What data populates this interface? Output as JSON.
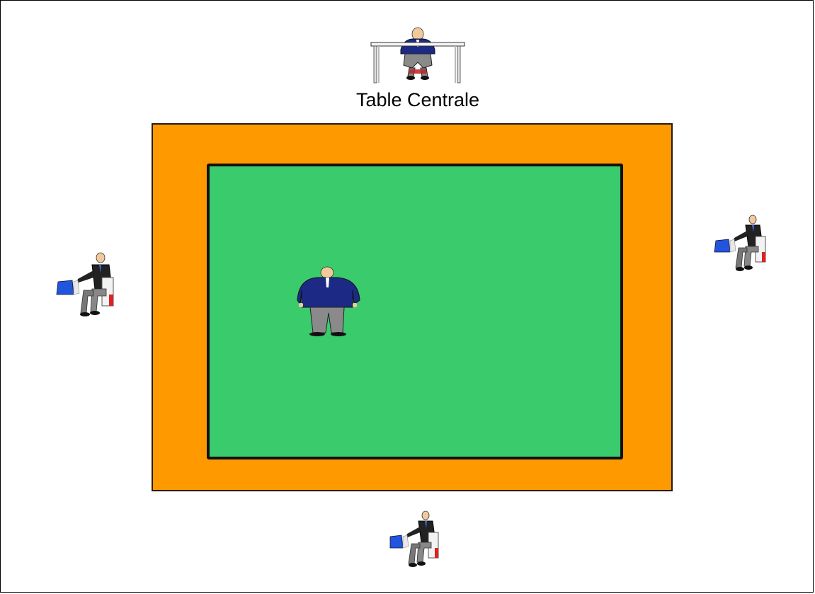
{
  "central_table": {
    "label": "Table Centrale",
    "icon": "official-at-desk-icon"
  },
  "mat": {
    "outer_color": "#fe9a00",
    "inner_color": "#3acb6c"
  },
  "referee": {
    "icon": "referee-icon"
  },
  "judges": [
    {
      "position": "left",
      "icon": "corner-judge-with-flags-icon"
    },
    {
      "position": "right",
      "icon": "corner-judge-with-flags-icon"
    },
    {
      "position": "bottom",
      "icon": "corner-judge-with-flags-icon"
    }
  ],
  "colors": {
    "suit": "#1c2a86",
    "trousers": "#8a8a8a",
    "skin": "#f2c99c",
    "flag_blue": "#2255dd",
    "flag_red": "#dd2222"
  }
}
